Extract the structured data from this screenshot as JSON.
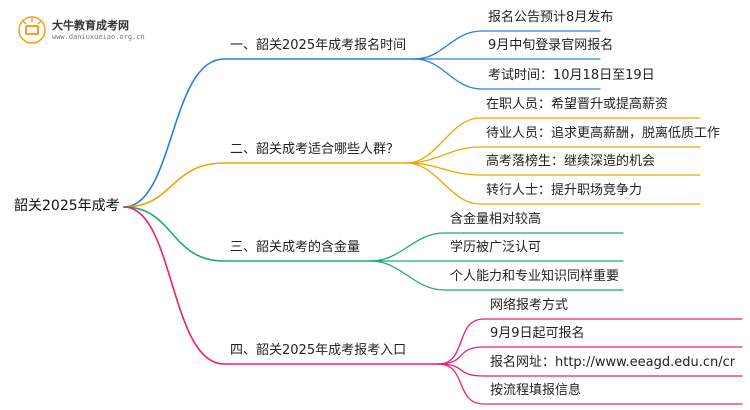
{
  "logo": {
    "title": "大牛教育成考网",
    "url": "www.daniuxueiao.org.cn"
  },
  "mindmap": {
    "root": "韶关2025年成考",
    "branches": [
      {
        "label": "一、韶关2025年成考报名时间",
        "color": "#2b7fd9",
        "leaves": [
          "报名公告预计8月发布",
          "9月中旬登录官网报名",
          "考试时间：10月18日至19日"
        ]
      },
      {
        "label": "二、韶关成考适合哪些人群？",
        "color": "#f0a500",
        "leaves": [
          "在职人员：希望晋升或提高薪资",
          "待业人员：追求更高薪酬，脱离低质工作",
          "高考落榜生：继续深造的机会",
          "转行人士：提升职场竞争力"
        ]
      },
      {
        "label": "三、韶关成考的含金量",
        "color": "#1fa971",
        "leaves": [
          "含金量相对较高",
          "学历被广泛认可",
          "个人能力和专业知识同样重要"
        ]
      },
      {
        "label": "四、韶关2025年成考报考入口",
        "color": "#e91e78",
        "leaves": [
          "网络报考方式",
          "9月9日起可报名",
          "报名网址：http://www.eeagd.edu.cn/cr",
          "按流程填报信息"
        ]
      }
    ]
  }
}
